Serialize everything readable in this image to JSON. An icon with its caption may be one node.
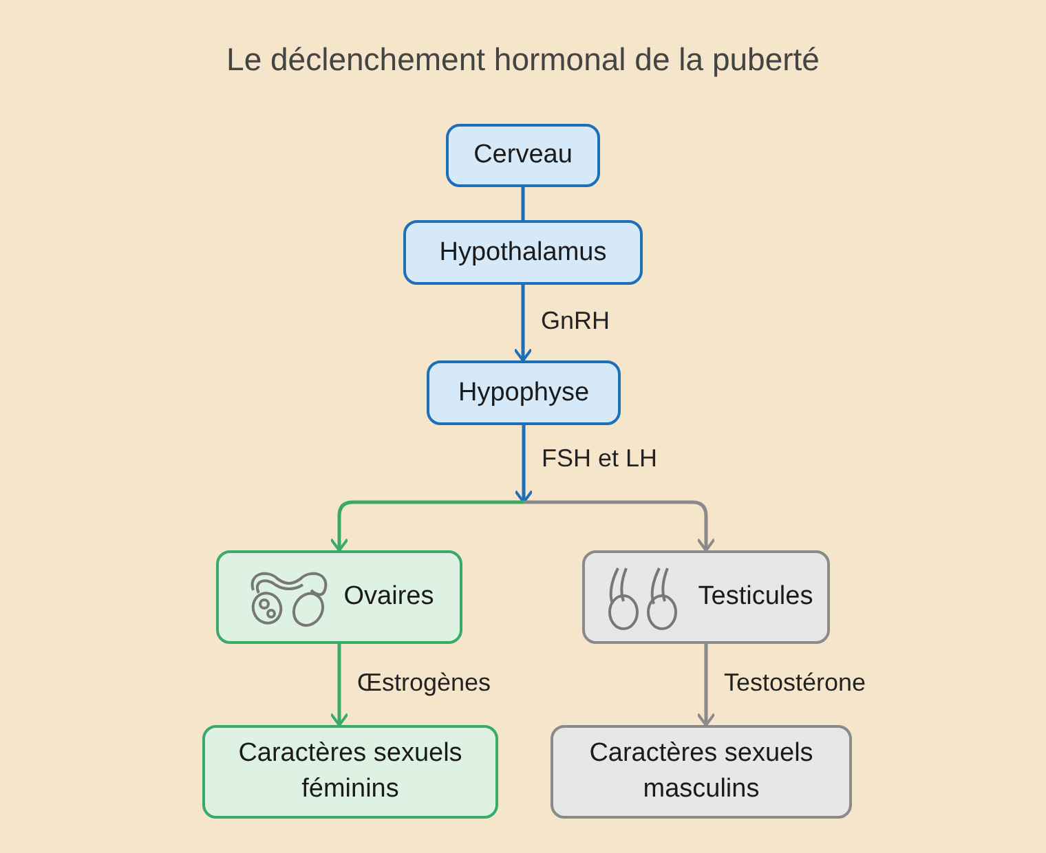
{
  "diagram": {
    "title": "Le déclenchement hormonal de la puberté",
    "nodes": [
      {
        "text": [
          "Cerveau"
        ]
      },
      {
        "text": [
          "Hypothalamus"
        ]
      },
      {
        "text": [
          "Hypophyse"
        ]
      },
      {
        "text": [
          "Ovaires"
        ]
      },
      {
        "text": [
          "Testicules"
        ]
      },
      {
        "text": [
          "Caractères sexuels féminins"
        ]
      },
      {
        "text": [
          "Caractères sexuels masculins"
        ]
      }
    ],
    "edges": [
      {
        "from": 0,
        "to": 1,
        "arrow": "none",
        "color": "#1f6fb8"
      },
      {
        "from": 1,
        "to": 2,
        "arrow": "to",
        "label": "GnRH",
        "color": "#1f6fb8"
      },
      {
        "from": 2,
        "to": 3,
        "arrow": "to",
        "label": "FSH et LH",
        "color": "#3aaa6a"
      },
      {
        "from": 2,
        "to": 4,
        "arrow": "to",
        "color": "#8a8a8a"
      },
      {
        "from": 3,
        "to": 5,
        "arrow": "to",
        "label": "Œstrogènes",
        "color": "#3aaa6a"
      },
      {
        "from": 4,
        "to": 6,
        "arrow": "to",
        "label": "Testostérone",
        "color": "#8a8a8a"
      }
    ]
  }
}
